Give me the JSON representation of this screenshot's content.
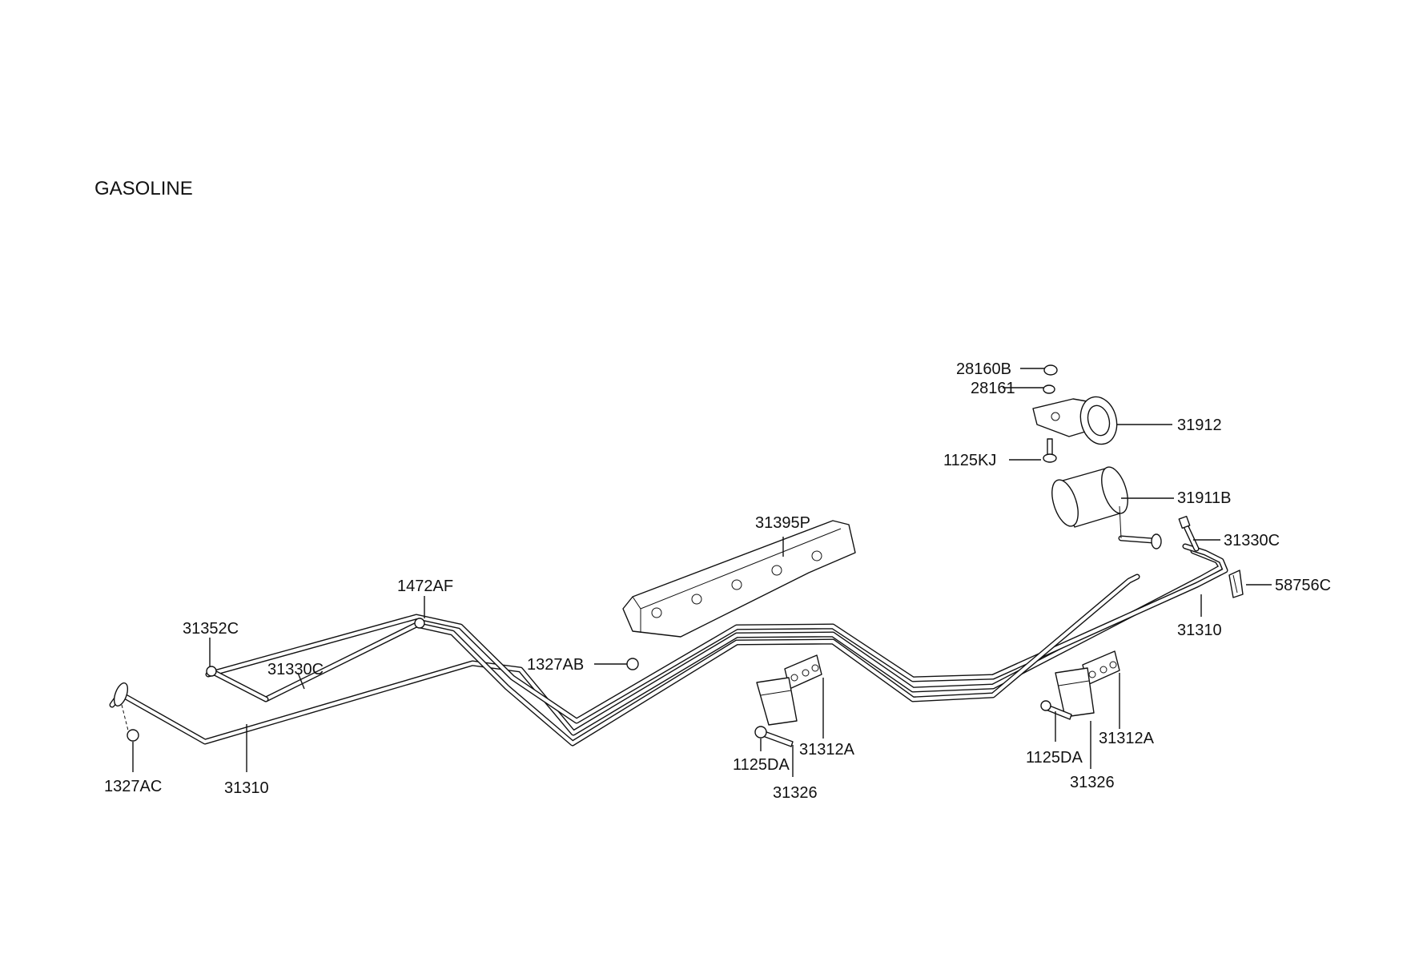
{
  "title": "GASOLINE",
  "callouts": {
    "c28160B": "28160B",
    "c28161": "28161",
    "c31912": "31912",
    "c1125KJ": "1125KJ",
    "c31911B": "31911B",
    "c31330C_right": "31330C",
    "c58756C": "58756C",
    "c31310_right": "31310",
    "c31395P": "31395P",
    "c1327AB": "1327AB",
    "c1472AF": "1472AF",
    "c31352C": "31352C",
    "c31330C_left": "31330C",
    "c1327AC": "1327AC",
    "c31310_left": "31310",
    "c1125DA_mid": "1125DA",
    "c31312A_mid": "31312A",
    "c31326_mid": "31326",
    "c1125DA_right": "1125DA",
    "c31312A_right": "31312A",
    "c31326_right": "31326"
  }
}
